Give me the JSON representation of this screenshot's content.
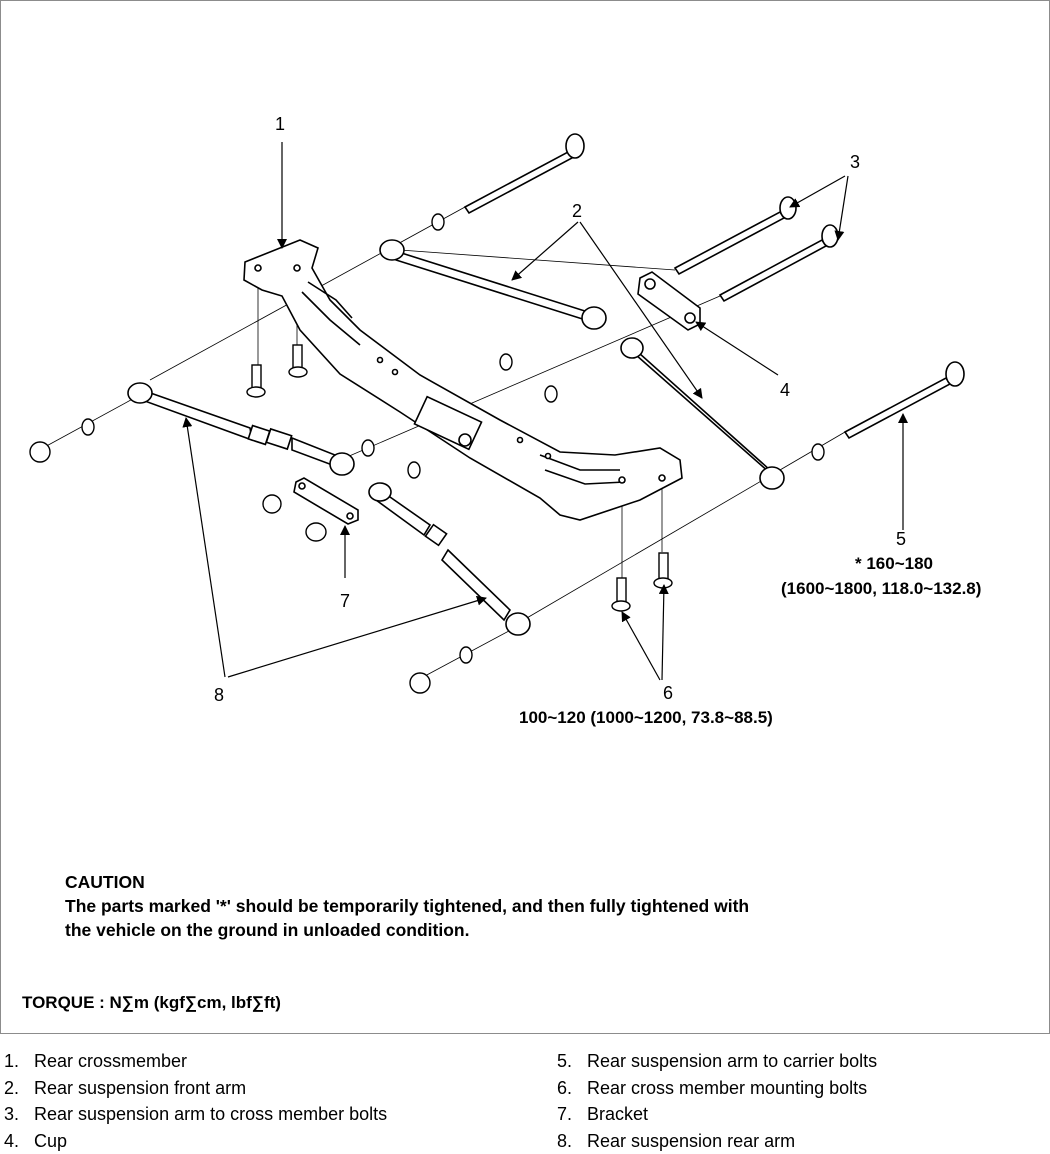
{
  "callouts": {
    "c1": "1",
    "c2": "2",
    "c3": "3",
    "c4": "4",
    "c5": "5",
    "c6": "6",
    "c7": "7",
    "c8": "8"
  },
  "torques": {
    "item5_line1": "* 160~180",
    "item5_line2": "(1600~1800, 118.0~132.8)",
    "item6": "100~120 (1000~1200, 73.8~88.5)"
  },
  "caution": {
    "title": "CAUTION",
    "line1": "The parts marked '*' should be temporarily tightened, and then fully tightened with",
    "line2": "the vehicle on the ground in unloaded condition."
  },
  "torque_units": "TORQUE : N∑m (kgf∑cm, lbf∑ft)",
  "legend": {
    "items": [
      {
        "num": "1.",
        "label": "Rear crossmember"
      },
      {
        "num": "2.",
        "label": "Rear suspension front arm"
      },
      {
        "num": "3.",
        "label": "Rear suspension arm to cross member bolts"
      },
      {
        "num": "4.",
        "label": "Cup"
      },
      {
        "num": "5.",
        "label": "Rear suspension arm to carrier bolts"
      },
      {
        "num": "6.",
        "label": "Rear cross member mounting bolts"
      },
      {
        "num": "7.",
        "label": "Bracket"
      },
      {
        "num": "8.",
        "label": "Rear suspension rear arm"
      }
    ]
  }
}
